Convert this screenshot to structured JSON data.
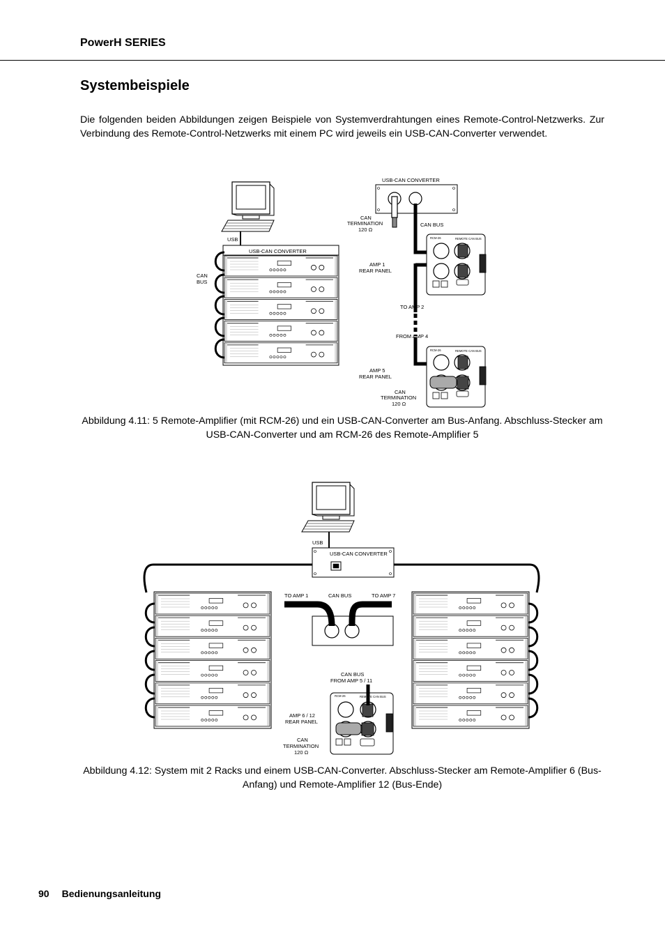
{
  "header": {
    "series_title": "PowerH SERIES"
  },
  "section": {
    "title": "Systembeispiele"
  },
  "intro_text": "Die folgenden beiden Abbildungen zeigen Beispiele von Systemverdrahtungen eines Remote-Control-Netzwerks. Zur Verbindung des Remote-Control-Netzwerks mit einem PC wird jeweils ein USB-CAN-Converter verwendet.",
  "figure1": {
    "labels": {
      "usb": "USB",
      "usb_can_converter": "USB-CAN CONVERTER",
      "can": "CAN",
      "bus": "BUS",
      "top_converter": "USB-CAN CONVERTER",
      "can_term_1": "CAN",
      "can_term_2": "TERMINATION",
      "can_term_3": "120 Ω",
      "can_bus": "CAN BUS",
      "amp1_a": "AMP 1",
      "amp1_b": "REAR PANEL",
      "to_amp2": "TO AMP 2",
      "from_amp4": "FROM AMP 4",
      "amp5_a": "AMP 5",
      "amp5_b": "REAR PANEL",
      "can_term2_1": "CAN",
      "can_term2_2": "TERMINATION",
      "can_term2_3": "120 Ω",
      "rcm26": "RCM-26",
      "remote_can_bus": "REMOTE CAN BUS"
    },
    "caption": "Abbildung 4.11: 5 Remote-Amplifier (mit RCM-26) und ein USB-CAN-Converter am Bus-Anfang. Abschluss-Stecker am USB-CAN-Converter und am RCM-26 des Remote-Amplifier 5"
  },
  "figure2": {
    "labels": {
      "usb": "USB",
      "usb_can_converter": "USB-CAN CONVERTER",
      "to_amp1": "TO AMP 1",
      "can_bus": "CAN BUS",
      "to_amp7": "TO AMP 7",
      "can_bus_from_1": "CAN BUS",
      "can_bus_from_2": "FROM AMP 5 / 11",
      "amp612_a": "AMP 6 / 12",
      "amp612_b": "REAR PANEL",
      "can_term_1": "CAN",
      "can_term_2": "TERMINATION",
      "can_term_3": "120 Ω",
      "rcm26": "RCM-26",
      "remote_can_bus": "REMOTE CAN BUS"
    },
    "caption": "Abbildung 4.12: System mit 2 Racks und einem USB-CAN-Converter. Abschluss-Stecker am Remote-Amplifier 6 (Bus-Anfang) und Remote-Amplifier 12 (Bus-Ende)"
  },
  "footer": {
    "page_number": "90",
    "label": "Bedienungsanleitung"
  }
}
